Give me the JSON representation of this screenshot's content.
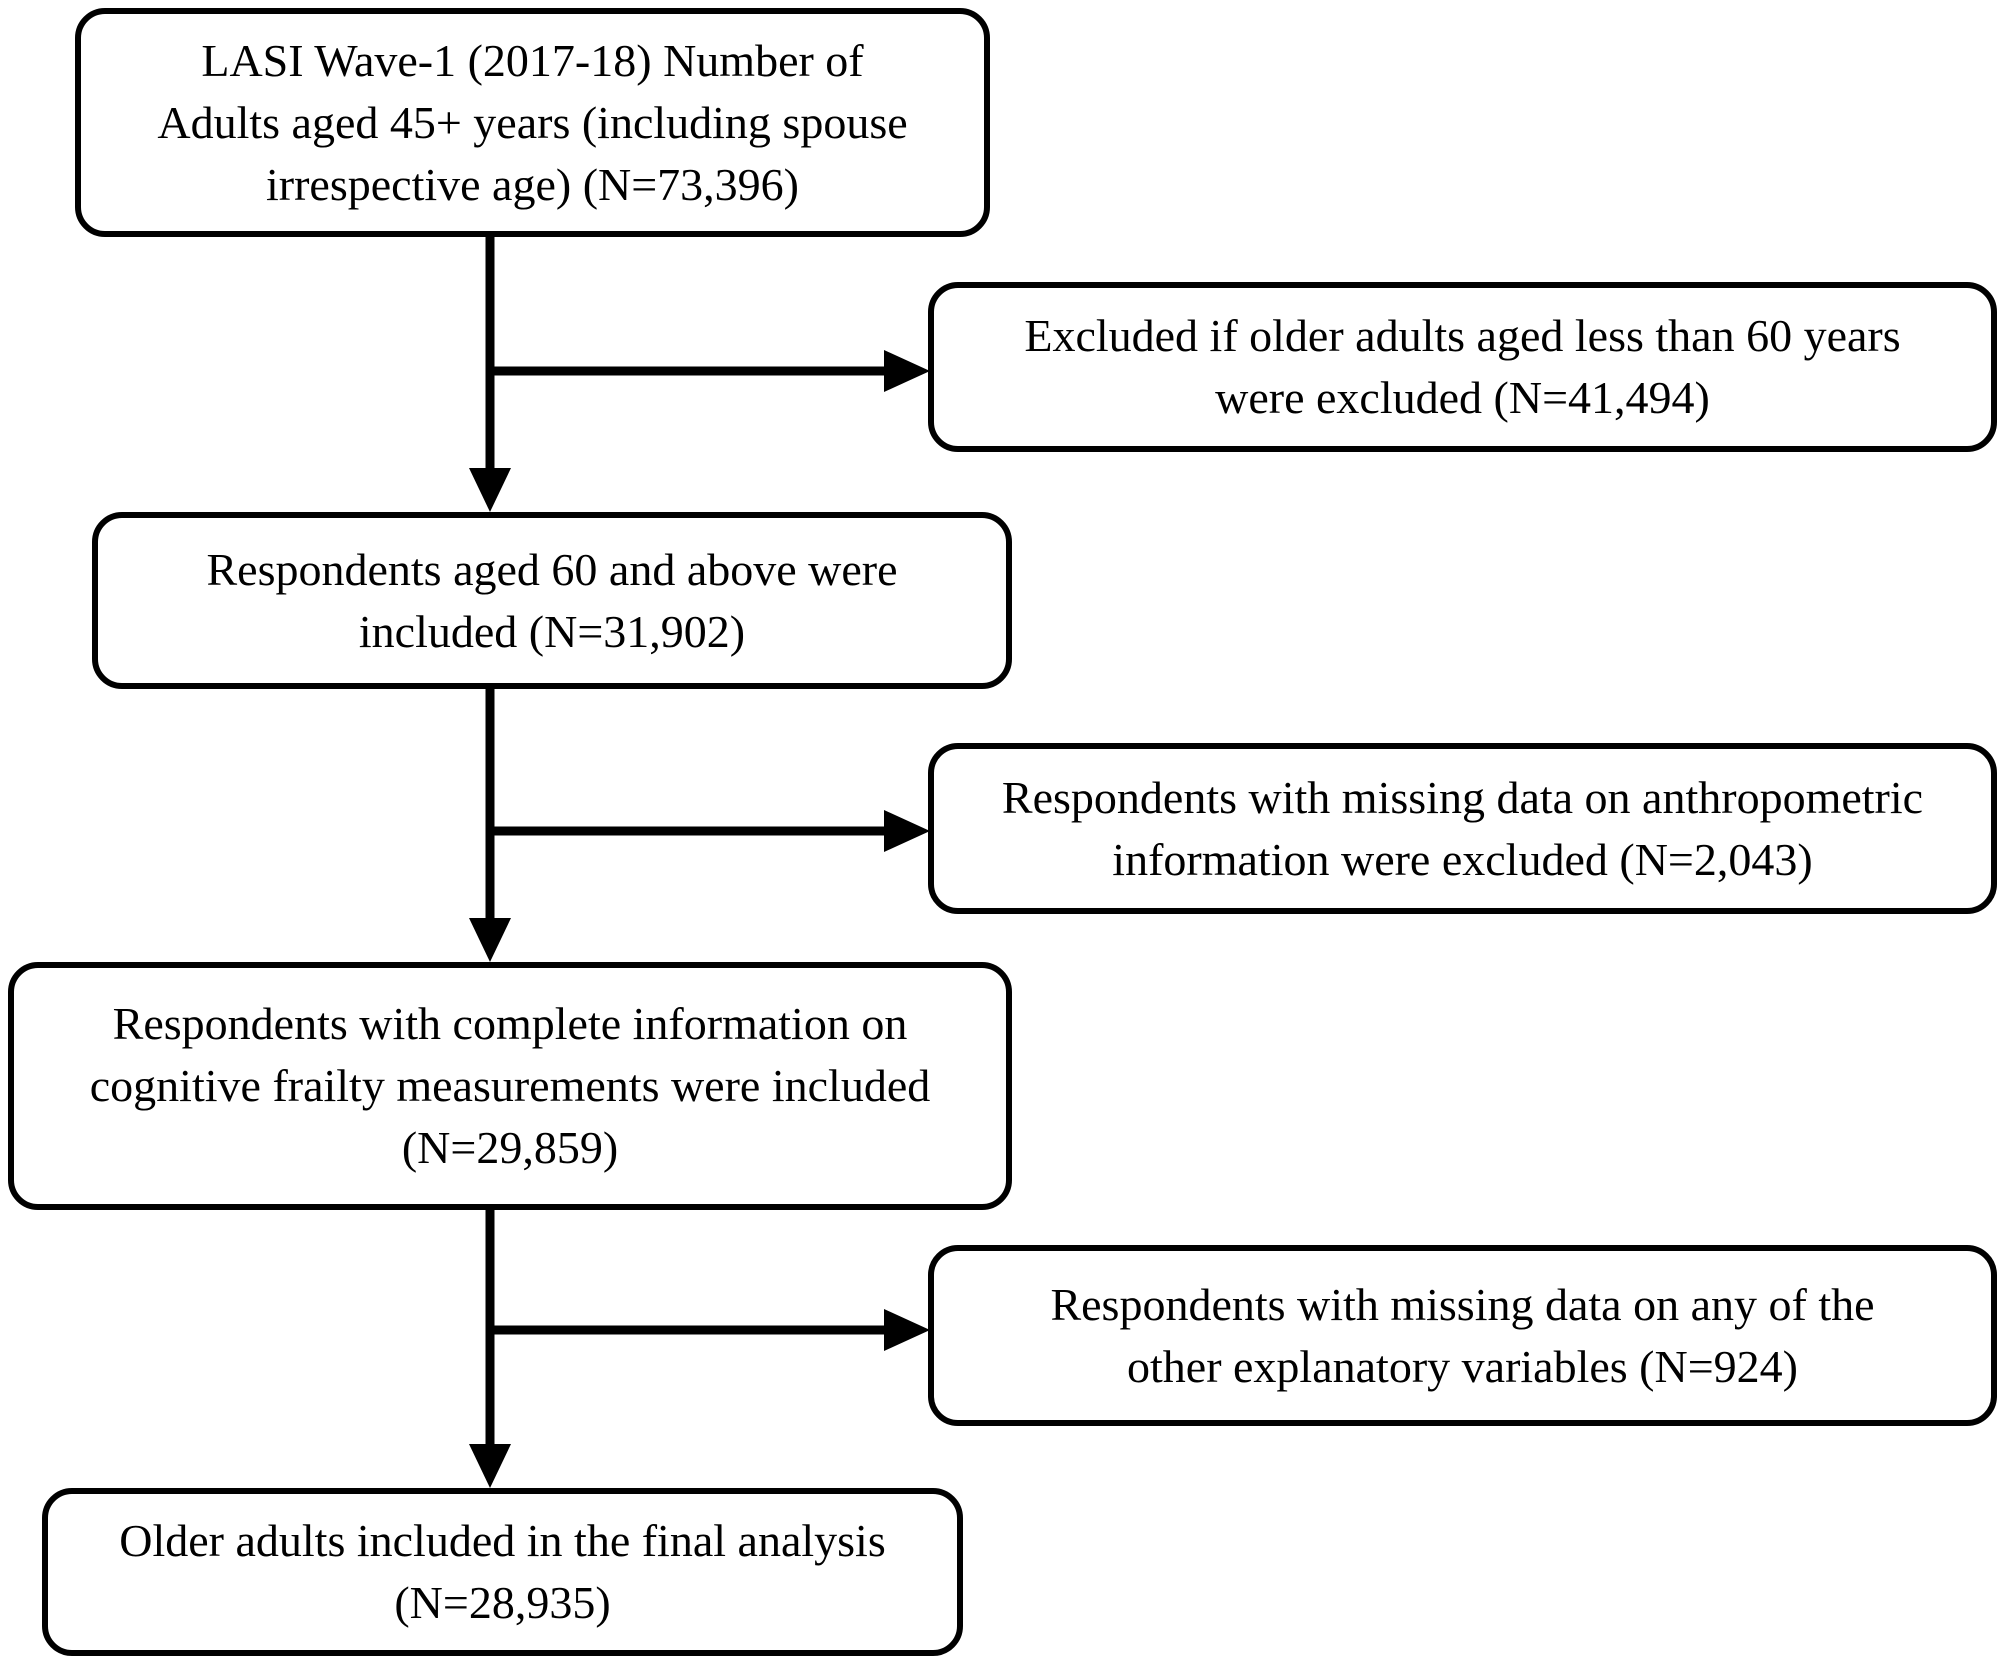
{
  "diagram": {
    "type": "participant-flowchart",
    "colors": {
      "background": "#ffffff",
      "box_fill": "#ffffff",
      "box_border": "#000000",
      "text": "#000000",
      "arrow": "#000000"
    },
    "boxes": {
      "source": {
        "lines": [
          "LASI Wave-1 (2017-18) Number of",
          "Adults aged 45+ years (including spouse",
          "irrespective age) (N=73,396)"
        ]
      },
      "excluded_age": {
        "lines": [
          "Excluded if older adults aged less than 60 years",
          "were excluded (N=41,494)"
        ]
      },
      "included_age": {
        "lines": [
          "Respondents aged 60 and above were",
          "included (N=31,902)"
        ]
      },
      "excluded_anthropometric": {
        "lines": [
          "Respondents with missing data on anthropometric",
          "information were excluded (N=2,043)"
        ]
      },
      "included_cognitive": {
        "lines": [
          "Respondents with complete information on",
          "cognitive frailty measurements were included",
          "(N=29,859)"
        ]
      },
      "excluded_explanatory": {
        "lines": [
          "Respondents with missing data on any of the",
          "other explanatory variables (N=924)"
        ]
      },
      "final": {
        "lines": [
          "Older adults included in the final analysis",
          "(N=28,935)"
        ]
      }
    }
  }
}
